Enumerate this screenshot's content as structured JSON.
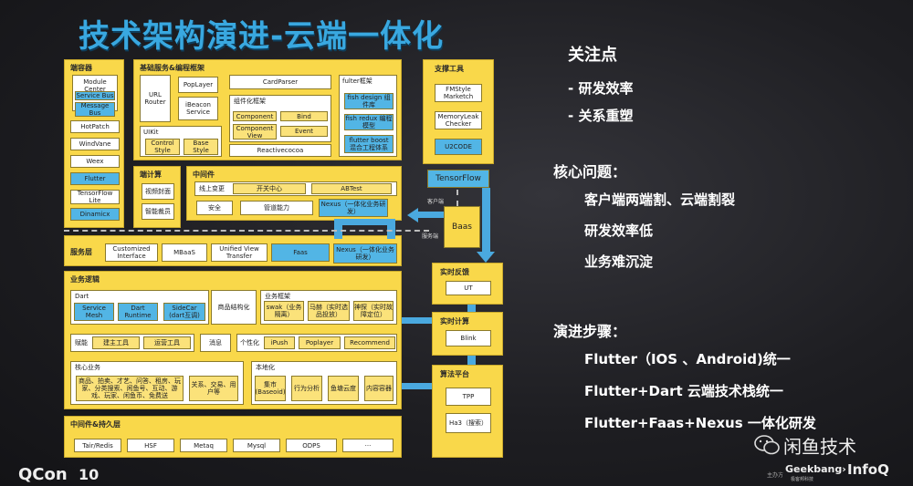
{
  "title": "技术架构演进-云端一体化",
  "left": {
    "client": {
      "title": "端容器",
      "items": [
        "Module Center",
        "Service Bus",
        "Message Bus",
        "HotPatch",
        "WindVane",
        "Weex",
        "Flutter",
        "TensorFlow Lite",
        "Dinamicx"
      ]
    },
    "base": {
      "title": "基础服务&编程框架",
      "url_router": "URL Router",
      "poplayer": "PopLayer",
      "ibeacon": "iBeacon Service",
      "uikit": "UIKit",
      "control_style": "Control Style",
      "base_style": "Base Style",
      "cardparser": "CardParser",
      "component_framework": "组件化框架",
      "component": "Component",
      "bind": "Bind",
      "component_view": "Component View",
      "event": "Event",
      "reactivecocoa": "Reactivecocoa",
      "fulter_title": "fulter框架",
      "fish_design": "fish design 组件库",
      "fish_redux": "fish redux 编程模型",
      "flutter_boost": "flutter boost 混合工程体系"
    },
    "edge": {
      "title": "端计算",
      "items": [
        "视频封面",
        "智能裁员"
      ]
    },
    "middleware": {
      "title": "中间件",
      "online_change": "线上变更",
      "switch_center": "开关中心",
      "abtest": "ABTest",
      "security": "安全",
      "pipeline": "管道能力",
      "nexus": "Nexus（一体化业务研发）"
    },
    "service": {
      "title": "服务层",
      "items": [
        "Customized Interface",
        "MBaaS",
        "Unified View Transfer",
        "Faas",
        "Nexus（一体化业务研发）"
      ]
    },
    "business": {
      "title": "业务逻辑",
      "dart": "Dart",
      "service_mesh": "Service Mesh",
      "dart_runtime": "Dart Runtime",
      "sidecar": "SideCar (dart互调)",
      "goods": "商品结构化",
      "biz_framework": "业务框架",
      "swak": "swak（业务隔离）",
      "mashu": "马赫（实时选品投放）",
      "shentan": "神探（实时故障定位）",
      "empower": "赋能",
      "build_tools": "建主工具",
      "ops_tools": "运营工具",
      "message": "消息",
      "personalize": "个性化",
      "ipush": "iPush",
      "poplayer": "Poplayer",
      "recommend": "Recommend",
      "core": "核心业务",
      "core_items": "商品、拍卖、才艺、问答、租房、玩家、分类搜索、闲鱼号、互动、游戏、玩家、闲鱼币、免费送",
      "relation": "关系、交易、用户等",
      "local": "本地化",
      "local_items": [
        "集市(Baseoid)",
        "行为分析",
        "鱼塘云度",
        "内容容器"
      ]
    },
    "storage": {
      "title": "中间件&持久层",
      "items": [
        "Tair/Redis",
        "HSF",
        "Metaq",
        "Mysql",
        "ODPS",
        "···"
      ]
    }
  },
  "support": {
    "title": "支撑工具",
    "items": [
      "FMStyle Marketch",
      "MemoryLeak Checker",
      "U2CODE"
    ],
    "tensorflow": "TensorFlow",
    "client_label": "客户端",
    "service_label": "服务端",
    "baas": "Baas",
    "realtime_feedback": "实时反馈",
    "ut": "UT",
    "realtime_compute": "实时计算",
    "blink": "Blink",
    "algo": "算法平台",
    "tpp": "TPP",
    "ha3": "Ha3（搜索）"
  },
  "right": {
    "focus_title": "关注点",
    "focus": [
      "- 研发效率",
      "- 关系重塑"
    ],
    "core_title": "核心问题：",
    "core": [
      "客户端两端割、云端割裂",
      "研发效率低",
      "业务难沉淀"
    ],
    "steps_title": "演进步骤：",
    "steps": [
      "Flutter（IOS 、Android)统一",
      "Flutter+Dart 云端技术栈统一",
      "Flutter+Faas+Nexus 一体化研发"
    ]
  },
  "footer": {
    "qcon": "QCon",
    "ten": "10",
    "wechat": "闲鱼技术",
    "host": "主办方",
    "geekbang": "Geekbang›",
    "geekbang_sub": "极客邦科技",
    "infoq": "InfoQ"
  },
  "colors": {
    "panel": "#f9d84a",
    "accent": "#52b5e5",
    "title": "#39a8e0"
  }
}
